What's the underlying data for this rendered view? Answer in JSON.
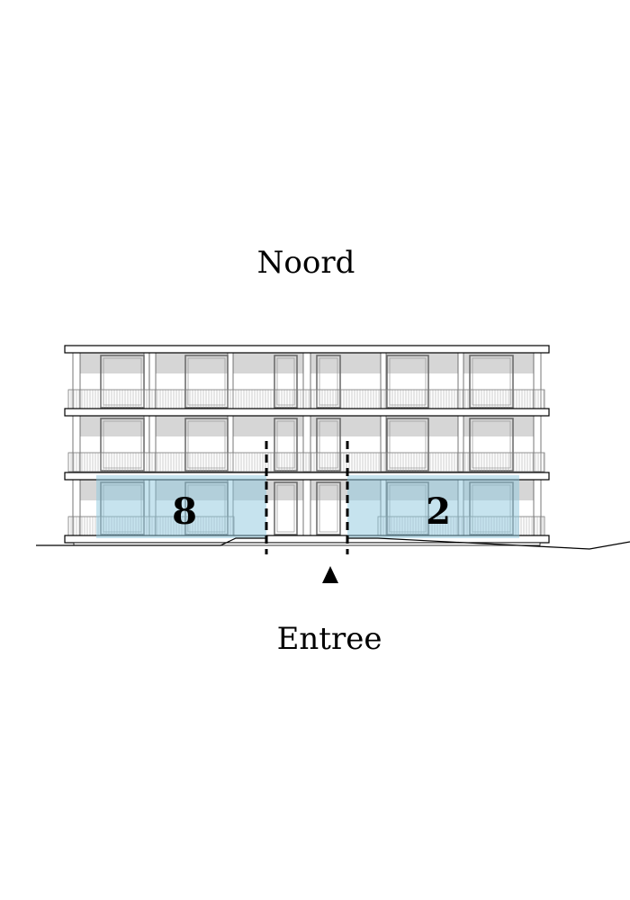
{
  "diagram": {
    "orientation_label": "Noord",
    "entrance_label": "Entree",
    "units": [
      {
        "label": "8",
        "side": "left"
      },
      {
        "label": "2",
        "side": "right"
      }
    ],
    "highlight_color": "#8ec7de",
    "line_color": "#000000",
    "glass_band_color": "#d6d6d6"
  }
}
